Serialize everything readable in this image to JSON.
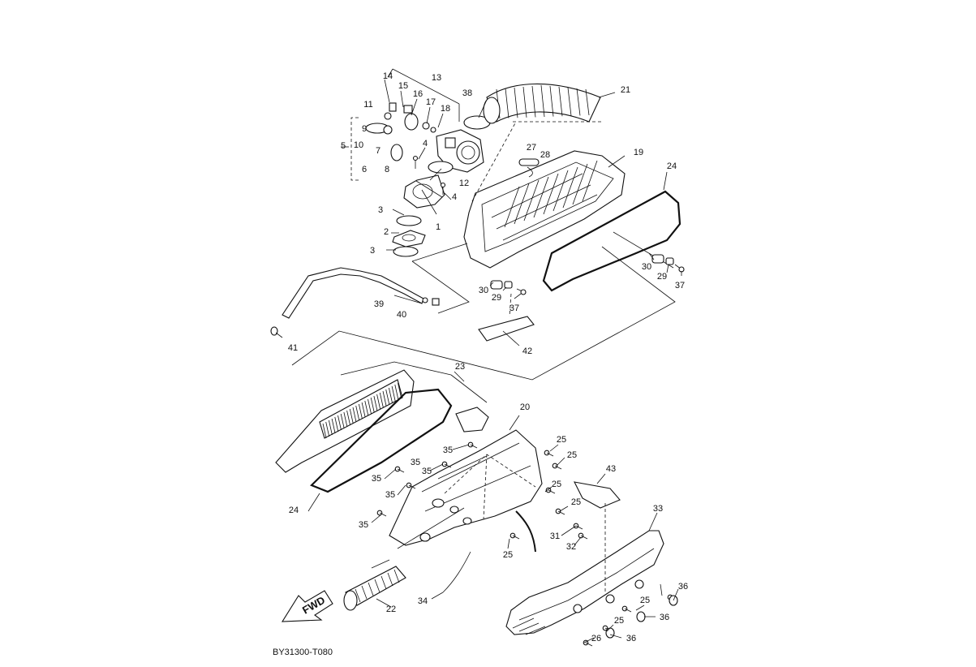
{
  "diagram_code": "BY31300-T080",
  "fwd_label": "FWD",
  "callouts": [
    "1",
    "2",
    "3",
    "3",
    "4",
    "4",
    "5",
    "6",
    "7",
    "8",
    "9",
    "10",
    "11",
    "12",
    "13",
    "14",
    "15",
    "16",
    "17",
    "18",
    "19",
    "20",
    "21",
    "22",
    "23",
    "24",
    "24",
    "25",
    "25",
    "25",
    "25",
    "25",
    "25",
    "25",
    "26",
    "27",
    "28",
    "29",
    "29",
    "30",
    "30",
    "31",
    "32",
    "33",
    "34",
    "35",
    "35",
    "35",
    "35",
    "35",
    "35",
    "36",
    "36",
    "36",
    "37",
    "37",
    "38",
    "39",
    "40",
    "41",
    "42",
    "43"
  ],
  "colors": {
    "line": "#111111",
    "background": "#ffffff"
  }
}
